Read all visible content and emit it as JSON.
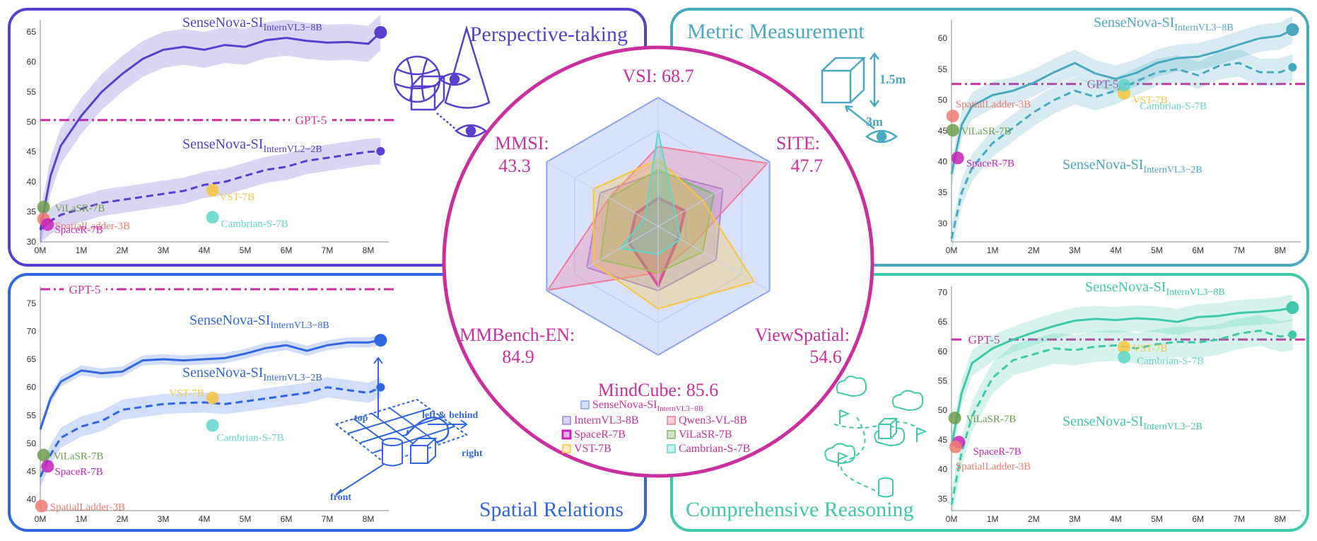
{
  "colors": {
    "perspective": "#5a3fcf",
    "metric": "#4aa8c0",
    "spatial": "#3166e0",
    "reasoning": "#3fc9a8",
    "center": "#c9309e",
    "gpt5": "#c9309e",
    "vilasr": "#6e9c4c",
    "spatialladder": "#f07a72",
    "spacer": "#c423b8",
    "vst": "#f7c640",
    "cambrian": "#5fd6c8"
  },
  "chart_data": [
    {
      "type": "line",
      "panel": "perspective",
      "title": "Perspective-taking",
      "xticks": [
        "0M",
        "1M",
        "2M",
        "3M",
        "4M",
        "5M",
        "6M",
        "7M",
        "8M"
      ],
      "yticks": [
        30,
        35,
        40,
        45,
        50,
        55,
        60,
        65
      ],
      "xlim": [
        0,
        8.5
      ],
      "ylim": [
        30,
        67
      ],
      "gpt5": {
        "label": "GPT-5",
        "value": 50.3
      },
      "series": [
        {
          "name": "SenseNova-SI",
          "sub": "InternVL3−8B",
          "style": "solid",
          "x": [
            0,
            0.25,
            0.5,
            1,
            1.5,
            2,
            2.5,
            3,
            3.5,
            4,
            4.5,
            5,
            5.5,
            6,
            6.5,
            7,
            7.5,
            8,
            8.3
          ],
          "y": [
            32,
            41,
            46,
            51,
            55,
            58,
            60.5,
            62,
            62.5,
            62,
            62.8,
            62.5,
            63.6,
            64,
            63.5,
            63.2,
            63.3,
            63,
            64.9
          ],
          "band": 3.0
        },
        {
          "name": "SenseNova-SI",
          "sub": "InternVL2−2B",
          "style": "dashed",
          "x": [
            0,
            0.25,
            0.5,
            1,
            1.5,
            2,
            2.5,
            3,
            3.5,
            4,
            4.5,
            5,
            5.5,
            6,
            6.5,
            7,
            7.5,
            8,
            8.3
          ],
          "y": [
            32,
            33.5,
            34.5,
            35.5,
            36.5,
            37,
            37.5,
            38,
            38.5,
            39.5,
            40,
            41,
            42,
            42.5,
            43.5,
            44,
            44.5,
            45,
            45.1
          ],
          "band": 2.2
        }
      ],
      "points": [
        {
          "name": "ViLaSR-7B",
          "x": 0.08,
          "y": 35.8,
          "color": "vilasr"
        },
        {
          "name": "SpatialLadder-3B",
          "x": 0.08,
          "y": 33.8,
          "color": "spatialladder"
        },
        {
          "name": "SpaceR-7B",
          "x": 0.18,
          "y": 32.9,
          "color": "spacer"
        },
        {
          "name": "VST-7B",
          "x": 4.2,
          "y": 38.6,
          "color": "vst"
        },
        {
          "name": "Cambrian-S-7B",
          "x": 4.2,
          "y": 34.1,
          "color": "cambrian"
        }
      ]
    },
    {
      "type": "line",
      "panel": "metric",
      "title": "Metric Measurement",
      "xticks": [
        "0M",
        "1M",
        "2M",
        "3M",
        "4M",
        "5M",
        "6M",
        "7M",
        "8M"
      ],
      "yticks": [
        30,
        35,
        40,
        45,
        50,
        55,
        60
      ],
      "xlim": [
        0,
        8.5
      ],
      "ylim": [
        27,
        63
      ],
      "gpt5": {
        "label": "GPT-5",
        "value": 52.6
      },
      "series": [
        {
          "name": "SenseNova-SI",
          "sub": "InternVL3−8B",
          "style": "solid",
          "x": [
            0,
            0.25,
            0.5,
            1,
            1.5,
            2,
            2.5,
            3,
            3.5,
            4,
            4.5,
            5,
            5.5,
            6,
            6.5,
            7,
            7.5,
            8,
            8.3
          ],
          "y": [
            38,
            46,
            49,
            50.8,
            51.5,
            52.8,
            54.5,
            56,
            54.3,
            53.4,
            54.4,
            56,
            56.8,
            57,
            57.9,
            59,
            60,
            60.4,
            61.4
          ],
          "band": 2.2
        },
        {
          "name": "SenseNova-SI",
          "sub": "InternVL3−2B",
          "style": "dashed",
          "x": [
            0,
            0.25,
            0.5,
            1,
            1.5,
            2,
            2.5,
            3,
            3.5,
            4,
            4.5,
            5,
            5.5,
            6,
            6.5,
            7,
            7.5,
            8,
            8.3
          ],
          "y": [
            27.5,
            35,
            39,
            43,
            45.5,
            48,
            50,
            51.5,
            50.5,
            51.5,
            53,
            54.5,
            55,
            54,
            55.5,
            56,
            54.5,
            54.5,
            55.3
          ],
          "band": 2.2
        }
      ],
      "points": [
        {
          "name": "SpatialLadder-3B",
          "x": 0.03,
          "y": 47.4,
          "color": "spatialladder"
        },
        {
          "name": "ViLaSR-7B",
          "x": 0.03,
          "y": 45.1,
          "color": "vilasr"
        },
        {
          "name": "SpaceR-7B",
          "x": 0.15,
          "y": 40.6,
          "color": "spacer"
        },
        {
          "name": "VST-7B",
          "x": 4.2,
          "y": 51.1,
          "color": "vst"
        },
        {
          "name": "Cambrian-S-7B",
          "x": 4.2,
          "y": 52.4,
          "color": "cambrian"
        }
      ]
    },
    {
      "type": "line",
      "panel": "spatial",
      "title": "Spatial Relations",
      "xticks": [
        "0M",
        "1M",
        "2M",
        "3M",
        "4M",
        "5M",
        "6M",
        "7M",
        "8M"
      ],
      "yticks": [
        40,
        45,
        50,
        55,
        60,
        65,
        70,
        75
      ],
      "xlim": [
        0,
        8.5
      ],
      "ylim": [
        38,
        78
      ],
      "gpt5": {
        "label": "GPT-5",
        "value": 77.5
      },
      "series": [
        {
          "name": "SenseNova-SI",
          "sub": "InternVL3−8B",
          "style": "solid",
          "x": [
            0,
            0.25,
            0.5,
            1,
            1.5,
            2,
            2.5,
            3,
            3.5,
            4,
            4.5,
            5,
            5.5,
            6,
            6.5,
            7,
            7.5,
            8,
            8.3
          ],
          "y": [
            52.5,
            58,
            61,
            63,
            62.5,
            62.8,
            64.8,
            65,
            64.8,
            65,
            65.2,
            66,
            67,
            67.5,
            66.5,
            67.5,
            68,
            68,
            68.4
          ],
          "band": 0.9
        },
        {
          "name": "SenseNova-SI",
          "sub": "InternVL3−2B",
          "style": "dashed",
          "x": [
            0,
            0.25,
            0.5,
            1,
            1.5,
            2,
            2.5,
            3,
            3.5,
            4,
            4.5,
            5,
            5.5,
            6,
            6.5,
            7,
            7.5,
            8,
            8.3
          ],
          "y": [
            44,
            48,
            51,
            53,
            54,
            56,
            56.5,
            57,
            57.2,
            57.3,
            57,
            57.5,
            58,
            58.5,
            59,
            60,
            59.5,
            59,
            60
          ],
          "band": 1.8
        }
      ],
      "points": [
        {
          "name": "VST-7B",
          "x": 4.2,
          "y": 58.1,
          "color": "vst"
        },
        {
          "name": "Cambrian-S-7B",
          "x": 4.2,
          "y": 53.2,
          "color": "cambrian"
        },
        {
          "name": "ViLaSR-7B",
          "x": 0.08,
          "y": 47.9,
          "color": "vilasr"
        },
        {
          "name": "SpaceR-7B",
          "x": 0.18,
          "y": 45.9,
          "color": "spacer"
        },
        {
          "name": "SpatialLadder-3B",
          "x": 0.03,
          "y": 38.8,
          "color": "spatialladder"
        }
      ]
    },
    {
      "type": "line",
      "panel": "reasoning",
      "title": "Comprehensive Reasoning",
      "xticks": [
        "0M",
        "1M",
        "2M",
        "3M",
        "4M",
        "5M",
        "6M",
        "7M",
        "8M"
      ],
      "yticks": [
        35,
        40,
        45,
        50,
        55,
        60,
        65,
        70
      ],
      "xlim": [
        0,
        8.5
      ],
      "ylim": [
        33,
        71
      ],
      "gpt5": {
        "label": "GPT-5",
        "value": 62.0
      },
      "series": [
        {
          "name": "SenseNova-SI",
          "sub": "InternVL3−8B",
          "style": "solid",
          "x": [
            0,
            0.25,
            0.5,
            1,
            1.5,
            2,
            2.5,
            3,
            3.5,
            4,
            4.5,
            5,
            5.5,
            6,
            6.5,
            7,
            7.5,
            8,
            8.3
          ],
          "y": [
            44,
            53,
            58,
            60.5,
            62,
            63.2,
            64.3,
            65.2,
            65.5,
            65.3,
            65.6,
            65.4,
            65,
            65.8,
            66,
            66.5,
            66.7,
            67,
            67.4
          ],
          "band": 2.2
        },
        {
          "name": "SenseNova-SI",
          "sub": "InternVL3−2B",
          "style": "dashed",
          "x": [
            0,
            0.25,
            0.5,
            1,
            1.5,
            2,
            2.5,
            3,
            3.5,
            4,
            4.5,
            5,
            5.5,
            6,
            6.5,
            7,
            7.5,
            8,
            8.3
          ],
          "y": [
            34,
            43,
            49,
            55.5,
            58.5,
            59.5,
            60.5,
            60.2,
            60.8,
            61,
            60.5,
            61.2,
            61.6,
            61.5,
            62,
            63,
            63.5,
            62.5,
            62.8
          ],
          "band": 2.6
        }
      ],
      "points": [
        {
          "name": "ViLaSR-7B",
          "x": 0.08,
          "y": 48.7,
          "color": "vilasr"
        },
        {
          "name": "SpaceR-7B",
          "x": 0.18,
          "y": 44.6,
          "color": "spacer"
        },
        {
          "name": "SpatialLadder-3B",
          "x": 0.1,
          "y": 43.8,
          "color": "spatialladder"
        },
        {
          "name": "VST-7B",
          "x": 4.2,
          "y": 60.7,
          "color": "vst"
        },
        {
          "name": "Cambrian-S-7B",
          "x": 4.2,
          "y": 59.0,
          "color": "cambrian"
        }
      ]
    },
    {
      "type": "radar",
      "panel": "center",
      "axes": [
        {
          "label": "VSI:",
          "value": "68.7"
        },
        {
          "label": "SITE:",
          "value": "47.7"
        },
        {
          "label": "ViewSpatial:",
          "value": "54.6"
        },
        {
          "label": "MindCube:",
          "value": "85.6"
        },
        {
          "label": "MMBench-EN:",
          "value": "84.9"
        },
        {
          "label": "MMSI:",
          "value": "43.3"
        }
      ],
      "series": [
        {
          "name": "SenseNova-SI",
          "sub": "InternVL3−8B",
          "color": "#8aa4f0",
          "values": [
            1,
            1,
            1,
            1,
            1,
            1
          ]
        },
        {
          "name": "InternVL3-8B",
          "color": "#9b86e0",
          "values": [
            0.42,
            0.58,
            0.52,
            0.5,
            0.64,
            0.52
          ]
        },
        {
          "name": "Qwen3-VL-8B",
          "color": "#f07a9a",
          "values": [
            0.62,
            0.98,
            0.3,
            0.36,
            0.99,
            0.44
          ]
        },
        {
          "name": "SpaceR-7B",
          "color": "#c423b8",
          "values": [
            0.22,
            0.24,
            0.18,
            0.46,
            0.26,
            0.2
          ]
        },
        {
          "name": "ViLaSR-7B",
          "color": "#7fb56c",
          "values": [
            0.44,
            0.5,
            0.4,
            0.36,
            0.52,
            0.44
          ]
        },
        {
          "name": "VST-7B",
          "color": "#f7c640",
          "values": [
            0.52,
            0.4,
            0.86,
            0.64,
            0.58,
            0.58
          ]
        },
        {
          "name": "Cambrian-S-7B",
          "color": "#5fd6c8",
          "values": [
            0.74,
            0.16,
            0.2,
            0.22,
            0.34,
            0.12
          ]
        }
      ]
    }
  ],
  "annotations": {
    "metric_dim1": "1.5m",
    "metric_dim2": "3m",
    "spatial_top": "top",
    "spatial_left_behind": "left & behind",
    "spatial_right": "right",
    "spatial_front": "front"
  }
}
